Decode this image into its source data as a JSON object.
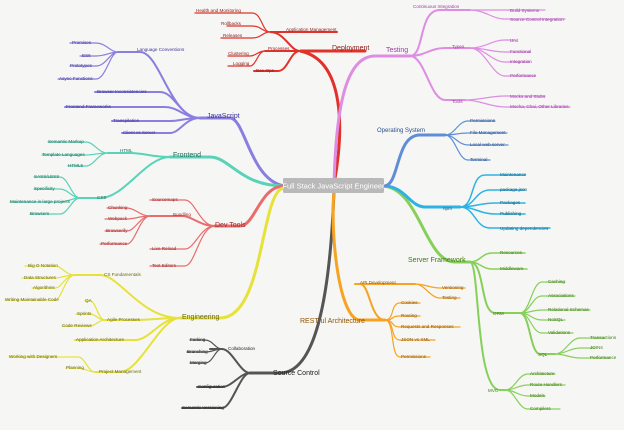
{
  "root": "Full Stack JavaScript Engineer",
  "colors": {
    "background": "#f6f6f4",
    "root_box": "#b9b9b9",
    "deployment": "#e0322b",
    "testing": "#de8de3",
    "javascript": "#8a7ee0",
    "frontend": "#58d3b8",
    "devtools": "#e86c6c",
    "engineering": "#e6e23a",
    "source_control": "#555555",
    "restful": "#f6a323",
    "server": "#86d05a",
    "npm": "#2cb3e4",
    "os": "#5f8ed6"
  },
  "branches": {
    "deployment": {
      "label": "Deployment",
      "app_mgmt": "Application Management",
      "health": "Health and Monitoring",
      "rollbacks": "Rollbacks",
      "releases": "Releases",
      "processes": "Processes",
      "clustering": "Clustering",
      "logging": "Logging",
      "devops": "Dev Ops"
    },
    "testing": {
      "label": "Testing",
      "ci": "Continuous Integration",
      "build_systems": "Build Systems",
      "scm_integration": "Source Control Integration",
      "types": "Types",
      "unit": "Unit",
      "functional": "Functional",
      "integration": "Integration",
      "performance": "Performance",
      "tools": "Tools",
      "mocks": "Mocks and Stubs",
      "mocha": "Mocha, Chai, Other Libraries"
    },
    "javascript": {
      "label": "JavaScript",
      "conventions": "Language Conventions",
      "promises": "Promises",
      "es6": "ES6",
      "prototypes": "Prototypes",
      "async": "Async Functions",
      "browser": "Browser Inconsistencies",
      "frameworks": "Frontend Frameworks",
      "transpilation": "Transpilation",
      "client_server": "Client vs Server"
    },
    "frontend": {
      "label": "Frontend",
      "html": "HTML",
      "semantic": "Semantic Markup",
      "templates": "Template Languages",
      "html5": "HTML5",
      "css": "CSS",
      "sass": "SASS/LESS",
      "specificity": "Specificity",
      "maintenance": "Maintenance in large projects",
      "browsers": "Browsers"
    },
    "devtools": {
      "label": "Dev Tools",
      "sourcemaps": "Sourcemaps",
      "bundling": "Bundling",
      "chunking": "Chunking",
      "webpack": "Webpack",
      "browserify": "Browserify",
      "performance": "Performance",
      "live_reload": "Live Reload",
      "editors": "Text Editors"
    },
    "engineering": {
      "label": "Engineering",
      "cs": "CS Fundamentals",
      "bigo": "Big O Notation",
      "structures": "Data Structures",
      "algorithms": "Algorithms",
      "maintainable": "Writing Maintainable Code",
      "agile": "Agile Processes",
      "qa": "QA",
      "sprints": "Sprints",
      "reviews": "Code Reviews",
      "architecture": "Application Architecture",
      "pm": "Project Management",
      "designers": "Working with Designers",
      "planning": "Planning"
    },
    "source_control": {
      "label": "Source Control",
      "collaboration": "Collaboration",
      "forking": "Forking",
      "branching": "Branching",
      "merging": "Merging",
      "configuration": "Configuration",
      "versioning": "Semantic Versioning"
    },
    "restful": {
      "label": "RESTful Architecture",
      "api_dev": "API Development",
      "versioning": "Versioning",
      "testing": "Testing",
      "cookies": "Cookies",
      "routing": "Routing",
      "req_res": "Requests and Responses",
      "json_xml": "JSON vs XML",
      "permissions": "Permissions"
    },
    "server": {
      "label": "Server Framework",
      "resources": "Resources",
      "middleware": "Middleware",
      "orm": "ORM",
      "caching": "Caching",
      "associations": "Associations",
      "relational": "Relational Schemas",
      "nosql": "NoSQL",
      "validations": "Validations",
      "sql": "SQL",
      "transactions": "Transactions",
      "joins": "JOINs",
      "performance": "Performance",
      "mvc": "MVC",
      "architecture": "Architecture",
      "route_handlers": "Route Handlers",
      "models": "Models",
      "compilers": "Compilers"
    },
    "npm": {
      "label": "npm",
      "maintenance": "Maintenance",
      "package_json": "package.json",
      "packages": "Packages",
      "publishing": "Publishing",
      "updating": "Updating dependencies"
    },
    "os": {
      "label": "Operating System",
      "permissions": "Permissions",
      "file_mgmt": "File Management",
      "web_server": "Local web server",
      "terminal": "Terminal"
    }
  }
}
